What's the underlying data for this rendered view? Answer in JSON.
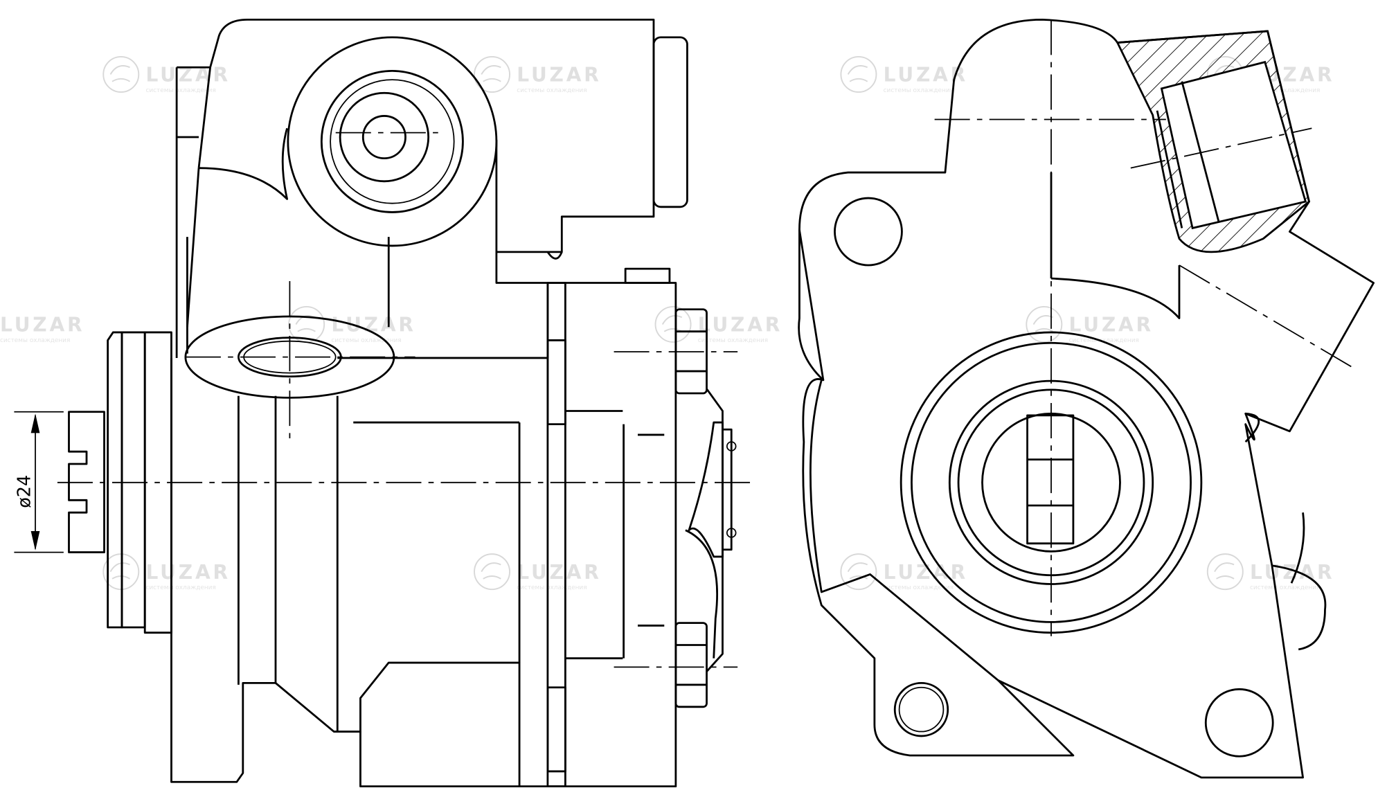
{
  "drawing": {
    "title": "Power steering pump technical drawing",
    "dimension_label": "ø24",
    "line_color": "#000000",
    "background": "#ffffff"
  },
  "watermark": {
    "brand": "LUZAR",
    "tagline": "системы охлаждения",
    "color": "#dddddd"
  }
}
